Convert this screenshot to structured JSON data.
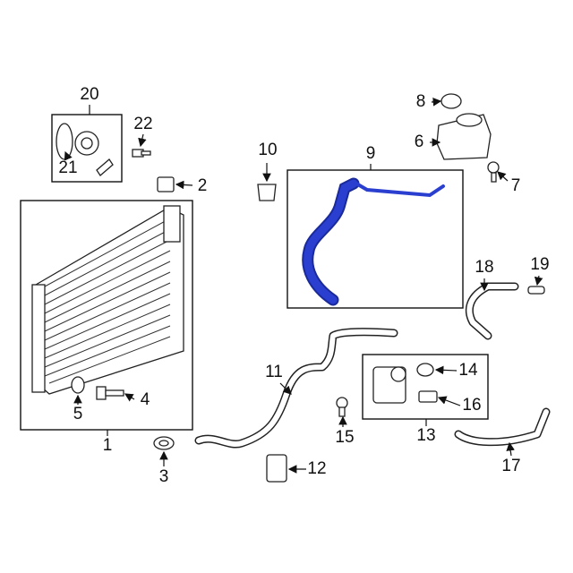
{
  "title": "Radiator & Components parts diagram",
  "highlight_color": "#2a3fd0",
  "labels": {
    "n1": "1",
    "n2": "2",
    "n3": "3",
    "n4": "4",
    "n5": "5",
    "n6": "6",
    "n7": "7",
    "n8": "8",
    "n9": "9",
    "n10": "10",
    "n11": "11",
    "n12": "12",
    "n13": "13",
    "n14": "14",
    "n15": "15",
    "n16": "16",
    "n17": "17",
    "n18": "18",
    "n19": "19",
    "n20": "20",
    "n21": "21",
    "n22": "22"
  }
}
